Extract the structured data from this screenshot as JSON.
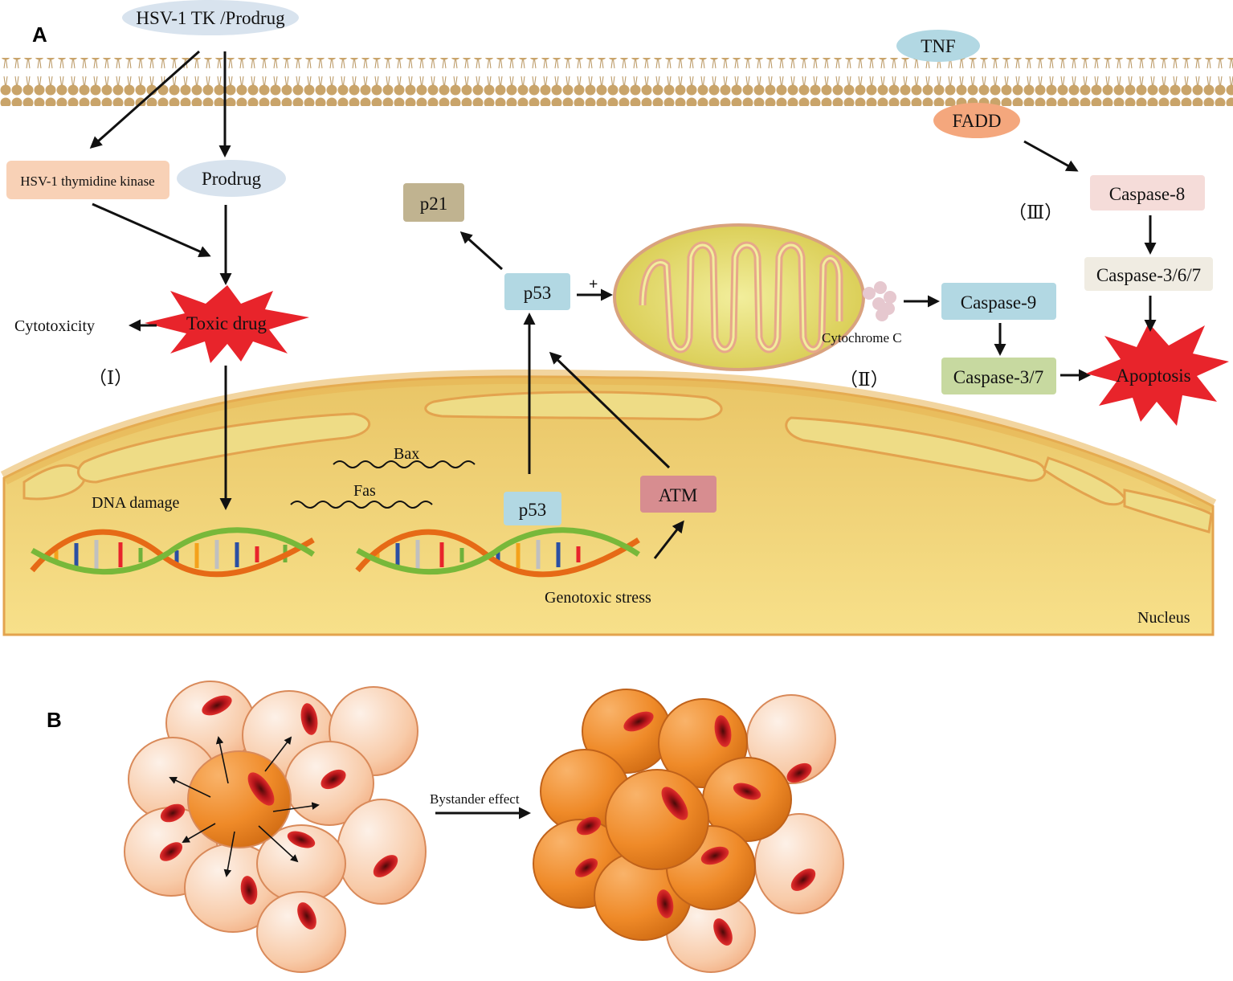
{
  "panels": {
    "a": "A",
    "b": "B"
  },
  "membrane": {
    "hsv_tk_prodrug": "HSV-1 TK /Prodrug",
    "tnf": "TNF"
  },
  "pathway_I": {
    "hsv1_thymidine_kinase": "HSV-1 thymidine kinase",
    "prodrug": "Prodrug",
    "toxic_drug": "Toxic drug",
    "cytotoxicity": "Cytotoxicity",
    "label": "（Ⅰ）",
    "dna_damage": "DNA damage"
  },
  "pathway_II": {
    "p21": "p21",
    "p53_cytoplasm": "p53",
    "plus": "+",
    "cytochrome_c": "Cytochrome C",
    "caspase9": "Caspase-9",
    "caspase37": "Caspase-3/7",
    "label": "（Ⅱ）",
    "p53_nucleus": "p53",
    "atm": "ATM",
    "bax": "Bax",
    "fas": "Fas",
    "genotoxic_stress": "Genotoxic stress",
    "nucleus": "Nucleus"
  },
  "pathway_III": {
    "fadd": "FADD",
    "caspase8": "Caspase-8",
    "caspase367": "Caspase-3/6/7",
    "label": "（Ⅲ）",
    "apoptosis": "Apoptosis"
  },
  "panel_b": {
    "bystander_effect": "Bystander effect"
  },
  "colors": {
    "membrane_head": "#c8a264",
    "nucleus_fill": "#f2d87c",
    "nucleus_edge": "#e3a34e",
    "blue_box": "#b2d8e3",
    "blue_ellipse": "#d8e3ee",
    "peach_box": "#f8d1b6",
    "red_star": "#e8242b",
    "p21_box": "#c0b390",
    "atm_box": "#d78d90",
    "fadd_ellipse": "#f4a77d",
    "caspase8_box": "#f5dcd9",
    "caspase367_box": "#f0ece2",
    "caspase37_box": "#c7d9a0",
    "cell_light": "#f8c7a5",
    "cell_dark": "#f08a2a",
    "cell_nucleus": "#c4161c"
  }
}
